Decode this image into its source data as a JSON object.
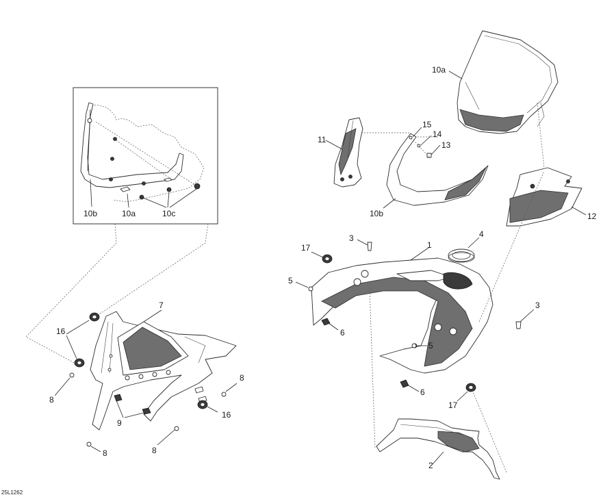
{
  "labels": {
    "l1": "1",
    "l2": "2",
    "l3a": "3",
    "l3b": "3",
    "l4": "4",
    "l5a": "5",
    "l5b": "5",
    "l6a": "6",
    "l6b": "6",
    "l7": "7",
    "l8a": "8",
    "l8b": "8",
    "l8c": "8",
    "l8d": "8",
    "l9": "9",
    "l10a_main": "10a",
    "l10b_main": "10b",
    "l10b_inset": "10b",
    "l10a_inset": "10a",
    "l10c_inset": "10c",
    "l11": "11",
    "l12": "12",
    "l13": "13",
    "l14": "14",
    "l15": "15",
    "l16a": "16",
    "l16b": "16",
    "l17a": "17",
    "l17b": "17"
  },
  "drawing_code": "25L1262"
}
